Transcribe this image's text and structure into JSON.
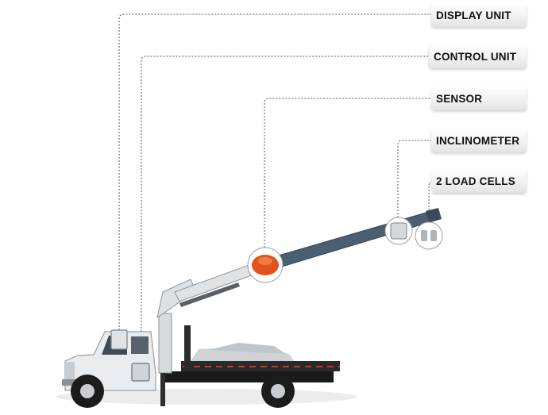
{
  "labels": {
    "display_unit": "DISPLAY UNIT",
    "control_unit": "CONTROL UNIT",
    "sensor": "SENSOR",
    "inclinometer": "INCLINOMETER",
    "load_cells": "2 LOAD CELLS"
  },
  "colors": {
    "truck_body": "#e9ecef",
    "boom": "#4b5f72",
    "sensor": "#e2521c",
    "bed": "#1a1a1a",
    "bed_stripe": "#c0392b",
    "leader_line": "#555555"
  }
}
